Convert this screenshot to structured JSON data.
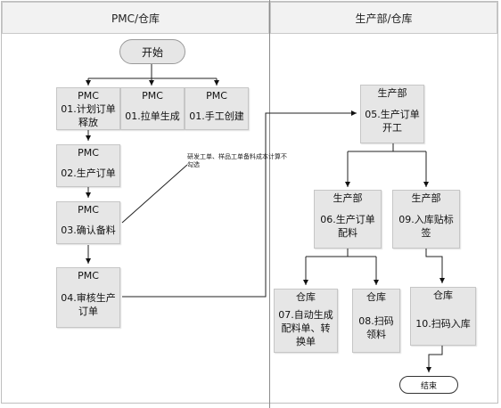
{
  "lanes": {
    "left": "PMC/仓库",
    "right": "生产部/仓库"
  },
  "start": "开始",
  "end": "结束",
  "nodes": {
    "n01": {
      "dept": "PMC",
      "text": "01.计划订单释放"
    },
    "n_pull": {
      "dept": "PMC",
      "text": "01.拉单生成"
    },
    "n_manual": {
      "dept": "PMC",
      "text": "01.手工创建"
    },
    "n02": {
      "dept": "PMC",
      "text": "02.生产订单"
    },
    "n03": {
      "dept": "PMC",
      "text": "03.确认备料"
    },
    "n04": {
      "dept": "PMC",
      "text": "04.审核生产订单"
    },
    "n05": {
      "dept": "生产部",
      "text": "05.生产订单开工"
    },
    "n06": {
      "dept": "生产部",
      "text": "06.生产订单配料"
    },
    "n09": {
      "dept": "生产部",
      "text": "09.入库贴标签"
    },
    "n07": {
      "dept": "仓库",
      "text": "07.自动生成配料单、转换单"
    },
    "n08": {
      "dept": "仓库",
      "text": "08.扫码领料"
    },
    "n10": {
      "dept": "仓库",
      "text": "10.扫码入库"
    }
  },
  "note": "研发工单、样品工单备料成本计算不勾选"
}
